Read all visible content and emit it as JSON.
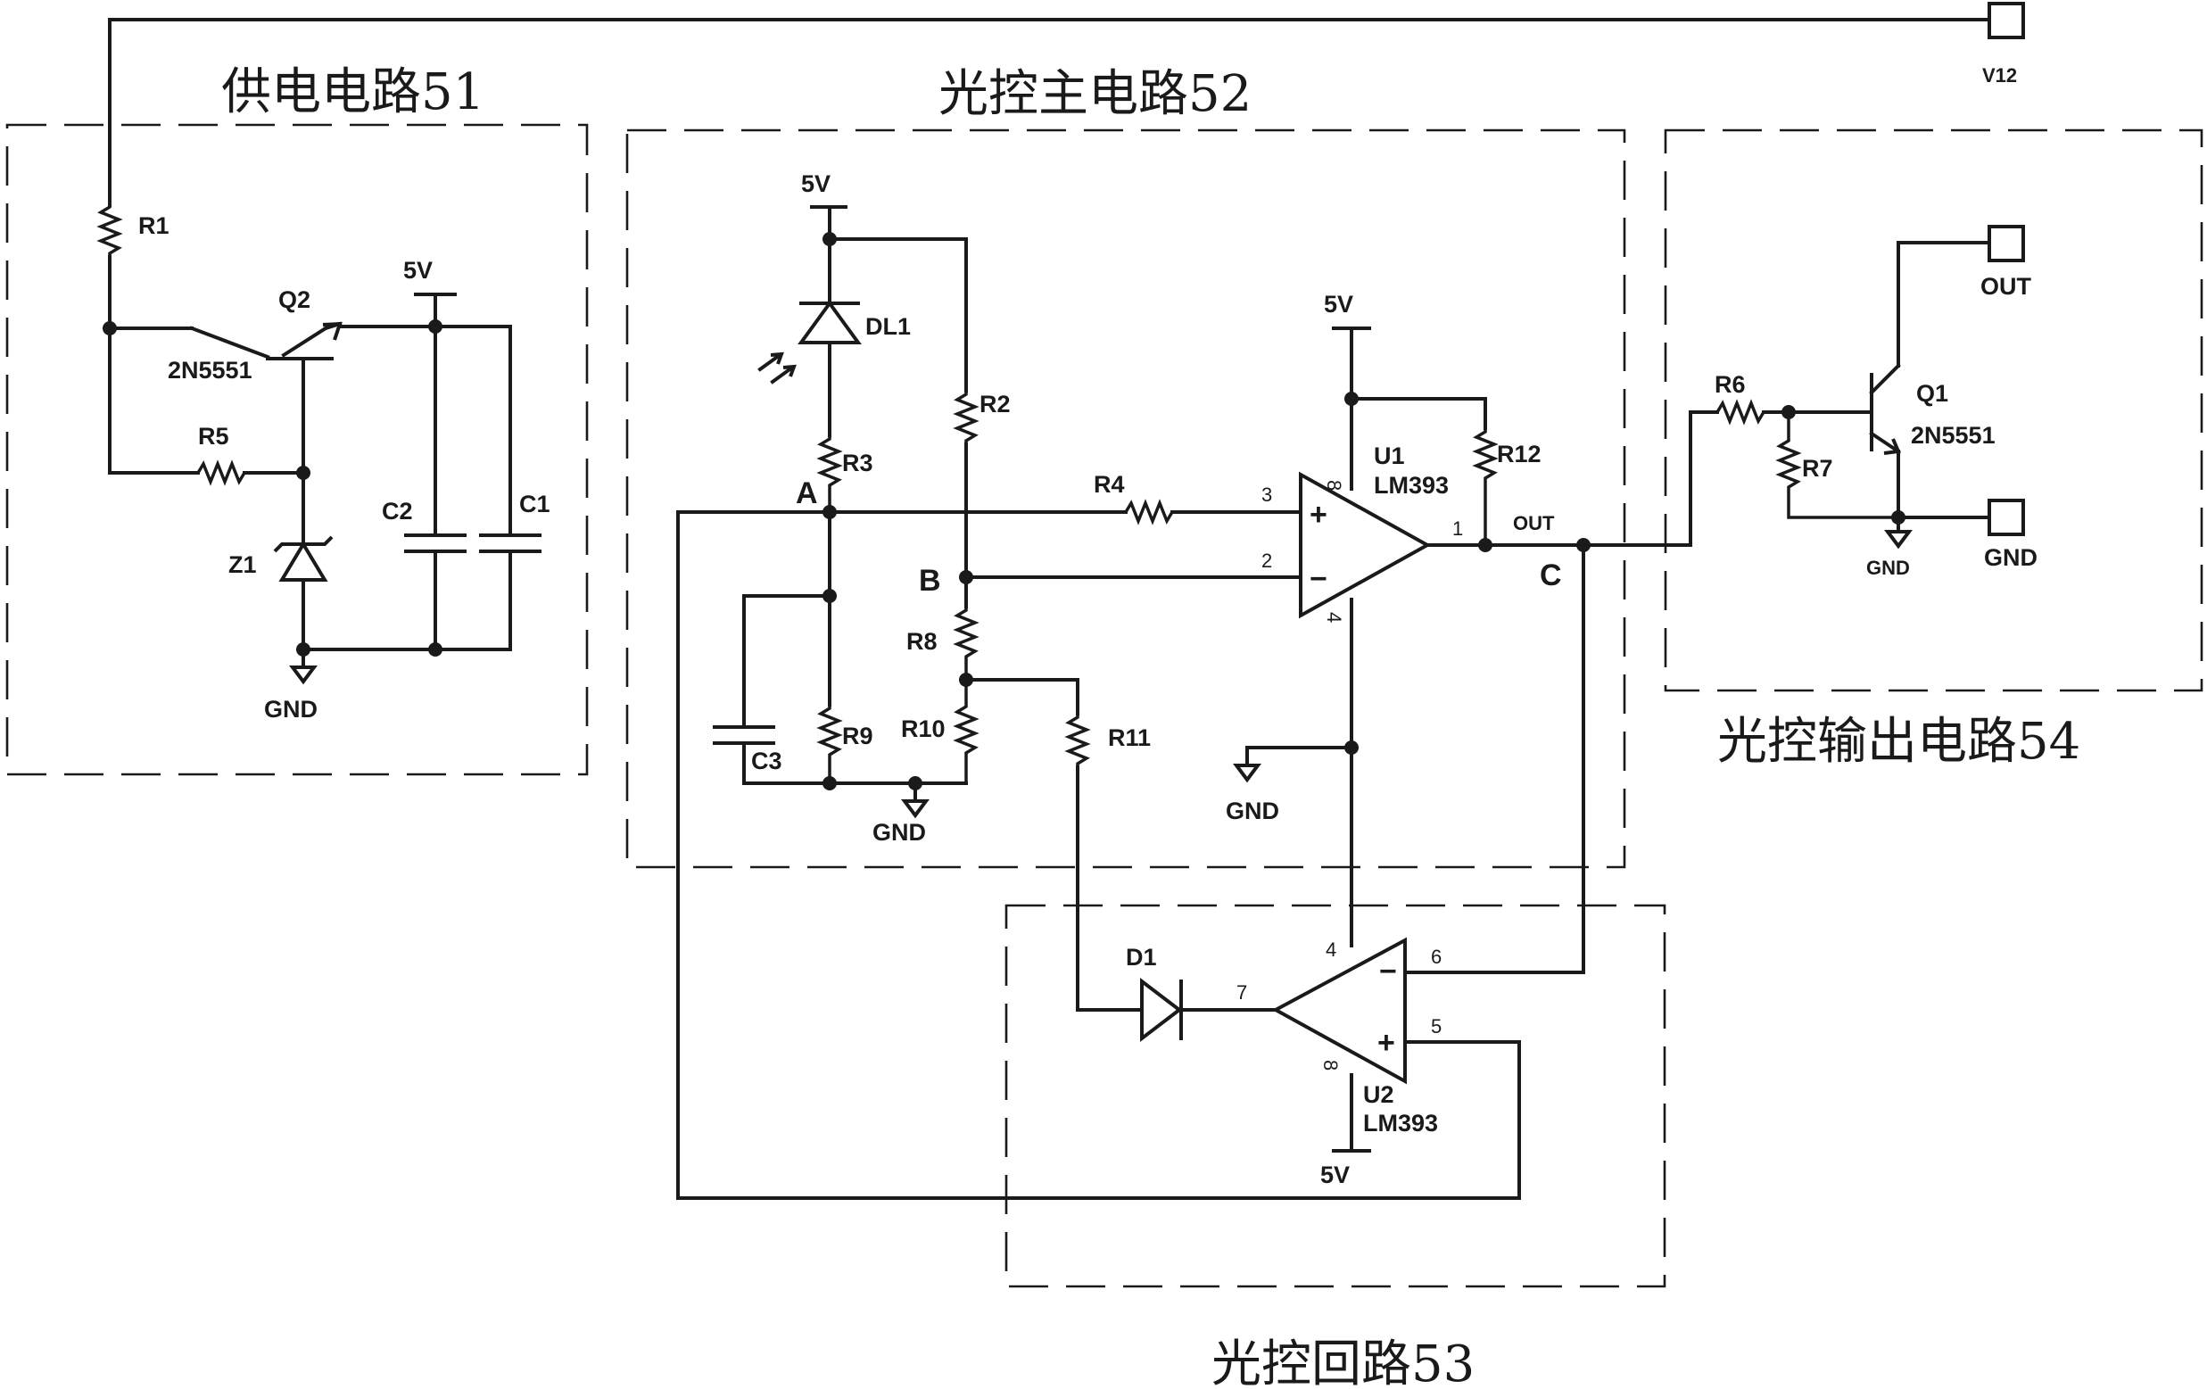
{
  "sections": {
    "power": "供电电路51",
    "main": "光控主电路52",
    "loop": "光控回路53",
    "output": "光控输出电路54"
  },
  "ports": {
    "v12": "V12",
    "out": "OUT",
    "gnd": "GND"
  },
  "rails": {
    "vcc": "5V",
    "gnd": "GND"
  },
  "components": {
    "R1": "R1",
    "R2": "R2",
    "R3": "R3",
    "R4": "R4",
    "R5": "R5",
    "R6": "R6",
    "R7": "R7",
    "R8": "R8",
    "R9": "R9",
    "R10": "R10",
    "R11": "R11",
    "R12": "R12",
    "C1": "C1",
    "C2": "C2",
    "C3": "C3",
    "Q1": "Q1",
    "Q2": "Q2",
    "Q1_part": "2N5551",
    "Q2_part": "2N5551",
    "Z1": "Z1",
    "DL1": "DL1",
    "D1": "D1",
    "U1": "U1",
    "U2": "U2",
    "U1_part": "LM393",
    "U2_part": "LM393",
    "U1_out": "OUT"
  },
  "nodes": {
    "A": "A",
    "B": "B",
    "C": "C"
  },
  "pins": {
    "u1_in_plus": "3",
    "u1_in_minus": "2",
    "u1_out": "1",
    "u1_vcc": "8",
    "u1_gnd": "4",
    "u2_in_minus": "6",
    "u2_in_plus": "5",
    "u2_out": "7",
    "u2_vcc": "8",
    "u2_gnd": "4",
    "plus": "+",
    "minus": "−"
  }
}
